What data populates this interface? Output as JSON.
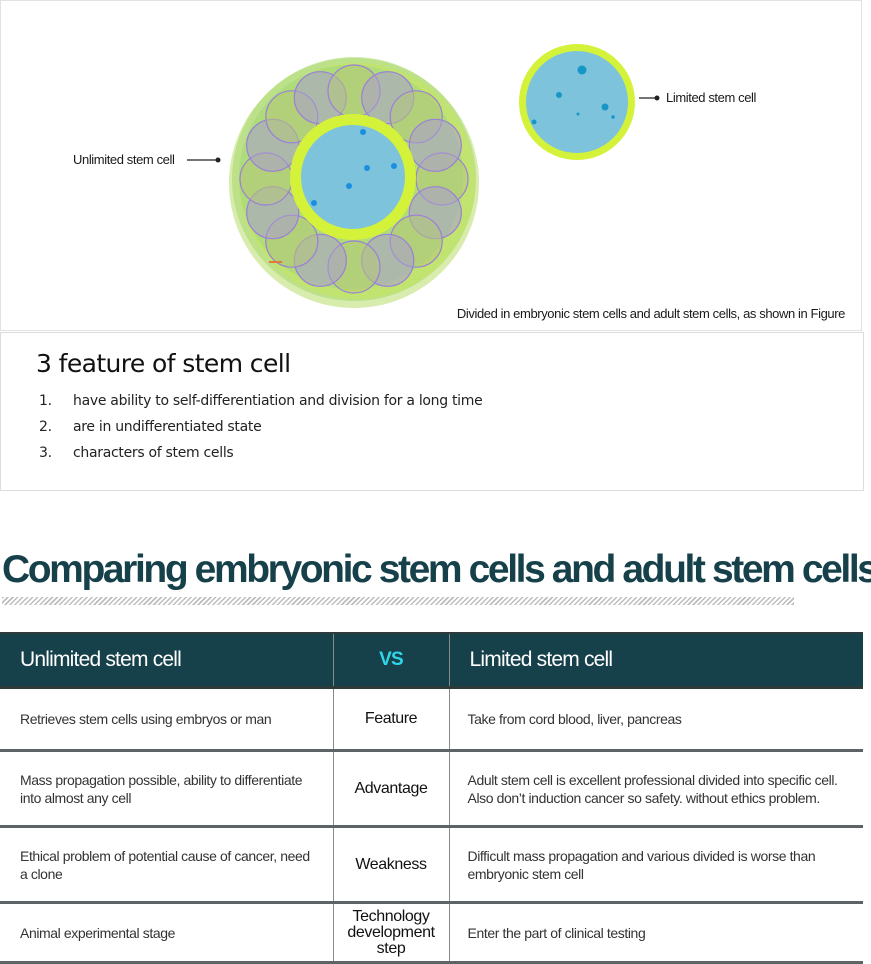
{
  "figure": {
    "unlimited_label": "Unlimited stem cell",
    "limited_label": "Limited stem cell",
    "caption": "Divided in embryonic stem cells and adult stem cells, as shown in Figure",
    "colors": {
      "nucleus": "#7ec3dc",
      "membrane": "#d4f23a",
      "outer_halo": "#9fd36b",
      "petal": "#9b8fd0",
      "dot": "#1a8fe0"
    }
  },
  "features": {
    "title": "3 feature of stem cell",
    "items": [
      {
        "num": "1.",
        "text": "have ability to self-differentiation and division for a long time"
      },
      {
        "num": "2.",
        "text": "are in undifferentiated state"
      },
      {
        "num": "3.",
        "text": "characters of stem cells"
      }
    ]
  },
  "comparison": {
    "title": "Comparing embryonic stem cells and adult stem cells",
    "header": {
      "left": "Unlimited stem cell",
      "middle": "VS",
      "right": "Limited stem cell"
    },
    "rows": [
      {
        "left": "Retrieves stem cells using embryos or man",
        "middle": "Feature",
        "right": "Take from cord blood, liver, pancreas"
      },
      {
        "left": "Mass propagation possible, ability to differentiate into almost any cell",
        "middle": "Advantage",
        "right": "Adult stem cell is excellent professional divided into specific cell. Also don’t induction cancer so safety. without ethics problem."
      },
      {
        "left": "Ethical problem of potential cause of cancer, need a clone",
        "middle": "Weakness",
        "right": "Difficult mass propagation and various divided is worse than embryonic stem cell"
      },
      {
        "left": "Animal experimental stage",
        "middle": "Technology development step",
        "right": "Enter the part of clinical testing"
      }
    ],
    "colors": {
      "header_bg": "#17414a",
      "vs_text": "#2fd6ea",
      "title_text": "#17414a"
    }
  }
}
